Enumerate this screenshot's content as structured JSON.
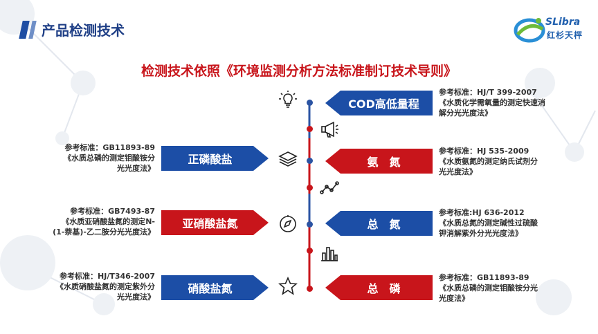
{
  "header": {
    "title": "产品检测技术"
  },
  "logo": {
    "en": "SLibra",
    "cn": "红杉天枰"
  },
  "subtitle": "检测技术依照《环境监测分析方法标准制订技术导则》",
  "colors": {
    "blue": "#1c4ea6",
    "red": "#c8151b",
    "title_blue": "#1f3f86"
  },
  "right_items": [
    {
      "label": "COD高低量程",
      "ref": [
        "参考标准：HJ/T 399-2007",
        "《水质化学需氧量的测定快速消",
        "解分光光度法》"
      ]
    },
    {
      "label": "氨　氮",
      "ref": [
        "参考标准：HJ 535-2009",
        "《水质氨氮的测定纳氏试剂分",
        "光光度法》"
      ]
    },
    {
      "label": "总　氮",
      "ref": [
        "参考标准:HJ 636-2012",
        "《水质总氮的测定碱性过硫酸",
        "钾消解紫外分光光度法》"
      ]
    },
    {
      "label": "总　磷",
      "ref": [
        "参考标准：GB11893-89",
        "《水质总磷的测定钼酸铵分光",
        "光度法》"
      ]
    }
  ],
  "left_items": [
    {
      "label": "正磷酸盐",
      "ref": [
        "参考标准：GB11893-89",
        "《水质总磷的测定钼酸铵分",
        "光光度法》"
      ]
    },
    {
      "label": "亚硝酸盐氮",
      "ref": [
        "参考标准：GB7493-87",
        "《水质亚硝酸盐氮的测定N-",
        "(1-萘基)-乙二胺分光光度法》"
      ]
    },
    {
      "label": "硝酸盐氮",
      "ref": [
        "参考标准：HJ/T346-2007",
        "《水质硝酸盐氮的测定紫外分",
        "光光度法》"
      ]
    }
  ],
  "icons": [
    "lightbulb-icon",
    "megaphone-icon",
    "layers-icon",
    "line-chart-icon",
    "compass-icon",
    "bar-chart-icon",
    "star-icon"
  ]
}
